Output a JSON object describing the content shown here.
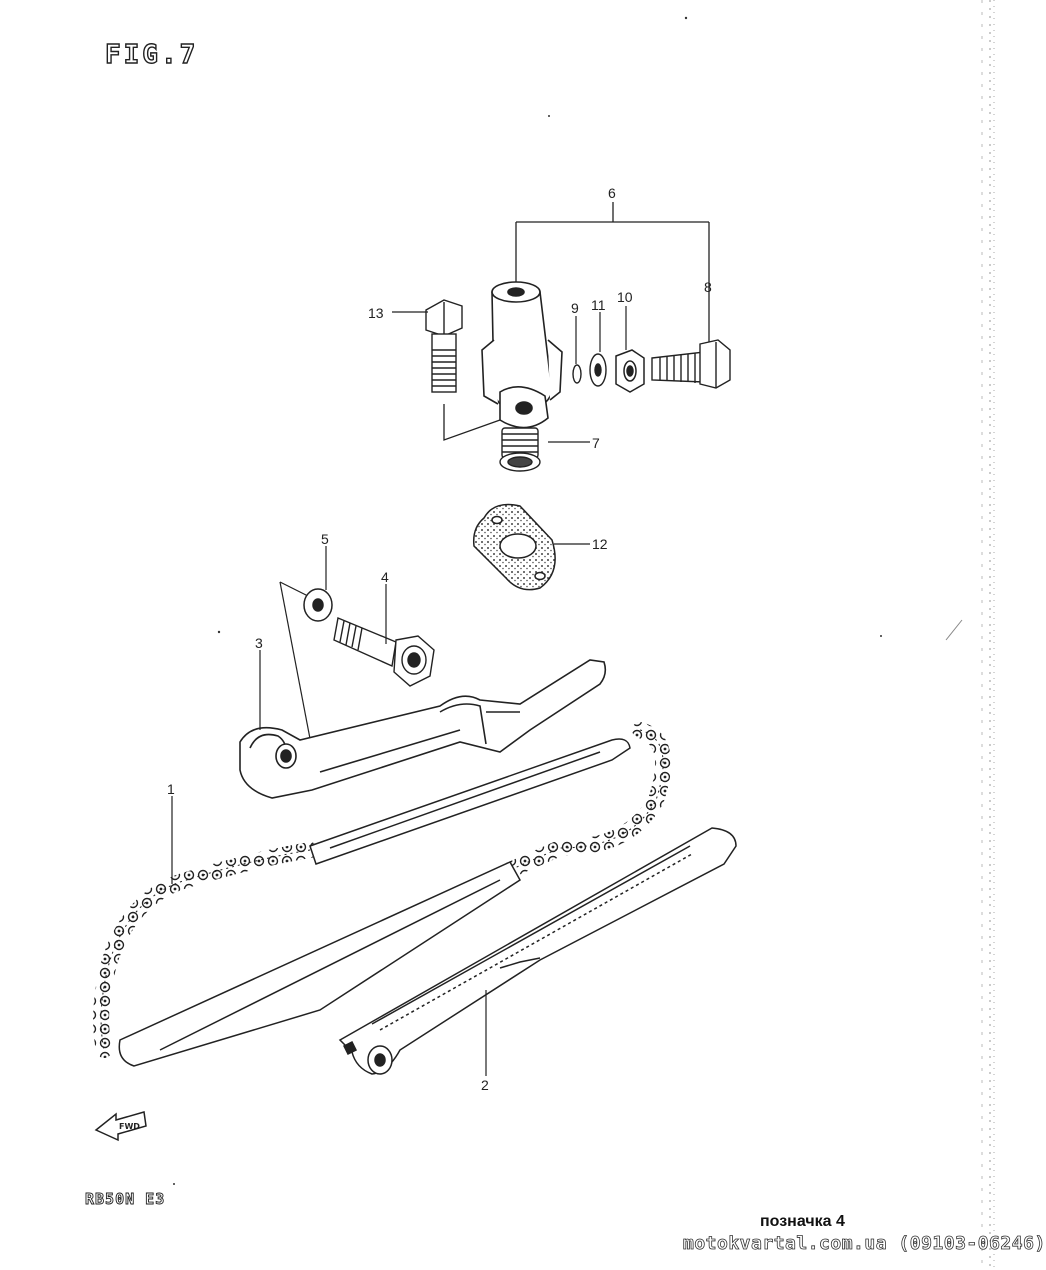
{
  "figure_title": "FIG.7",
  "model_code": "RB50N E3",
  "watermark": {
    "mark": "позначка 4",
    "site": "motokvartal.com.ua (09103-06246)"
  },
  "front_arrow": "FWD",
  "callouts": [
    {
      "id": "c1",
      "label": "1"
    },
    {
      "id": "c2",
      "label": "2"
    },
    {
      "id": "c3",
      "label": "3"
    },
    {
      "id": "c4",
      "label": "4"
    },
    {
      "id": "c5a",
      "label": "5"
    },
    {
      "id": "c6",
      "label": "6"
    },
    {
      "id": "c7",
      "label": "7"
    },
    {
      "id": "c8",
      "label": "8"
    },
    {
      "id": "c9",
      "label": "9"
    },
    {
      "id": "c10",
      "label": "10"
    },
    {
      "id": "c11",
      "label": "11"
    },
    {
      "id": "c12",
      "label": "12"
    },
    {
      "id": "c13",
      "label": "13"
    }
  ]
}
